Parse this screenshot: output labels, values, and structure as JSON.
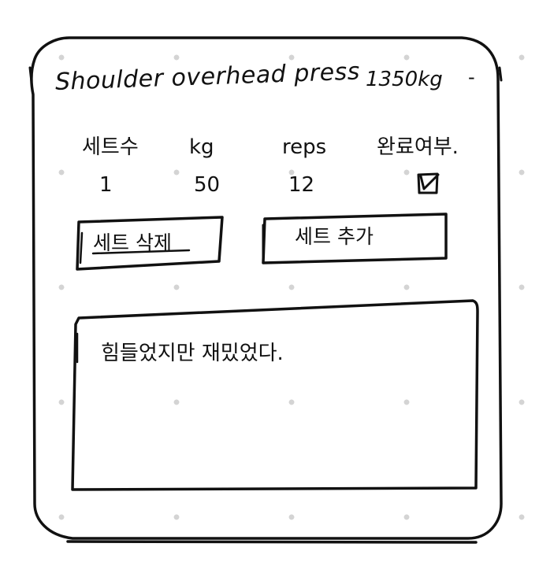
{
  "exercise": {
    "name": "Shoulder overhead press",
    "total_weight": "1350kg",
    "trailing_mark": "-"
  },
  "sets_table": {
    "headers": {
      "set_count": "세트수",
      "kg": "kg",
      "reps": "reps",
      "completed": "완료여부."
    },
    "rows": [
      {
        "set": "1",
        "kg": "50",
        "reps": "12",
        "completed": true
      }
    ]
  },
  "actions": {
    "delete_set": "세트 삭제",
    "add_set": "세트 추가"
  },
  "memo": {
    "text": "힘들었지만 재밌었다."
  },
  "colors": {
    "ink": "#111111",
    "grid_dot": "#d4d4d4",
    "background": "#ffffff"
  },
  "icons": {
    "completed_checkbox": "checked-box-icon"
  }
}
